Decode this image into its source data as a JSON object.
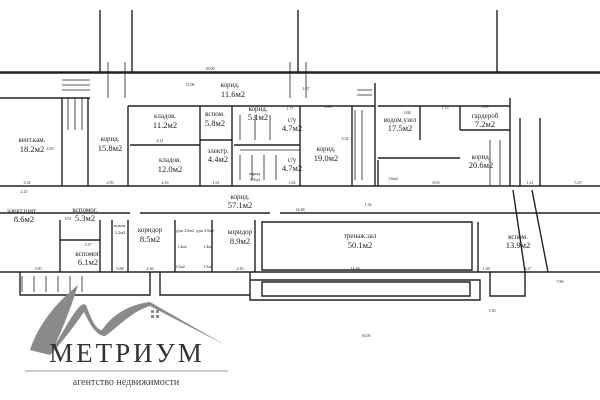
{
  "plan": {
    "rooms": [
      {
        "name": "вент.кам.",
        "area": "18.2м2"
      },
      {
        "name": "корид.",
        "area": "15.8м2"
      },
      {
        "name": "кладов.",
        "area": "11.2м2"
      },
      {
        "name": "кладов.",
        "area": "12.0м2"
      },
      {
        "name": "вспом.",
        "area": "5.8м2"
      },
      {
        "name": "корид.",
        "area": "5.1м2"
      },
      {
        "name": "с/у",
        "area": "4.7м2"
      },
      {
        "name": "электр.",
        "area": "4.4м2"
      },
      {
        "name": "с/у",
        "area": "4.7м2"
      },
      {
        "name": "корид.",
        "area": "3.5м2"
      },
      {
        "name": "корид.",
        "area": "11.6м2"
      },
      {
        "name": "корид.",
        "area": "19.0м2"
      },
      {
        "name": "водом.узел",
        "area": "17.5м2"
      },
      {
        "name": "гардероб",
        "area": "7.2м2"
      },
      {
        "name": "корид.",
        "area": "20.6м2"
      },
      {
        "name": "корид.",
        "area": "57.1м2"
      },
      {
        "name": "элект.щит.",
        "area": "8.6м2"
      },
      {
        "name": "вспомог.",
        "area": "5.3м2"
      },
      {
        "name": "вспомог.",
        "area": "6.1м2"
      },
      {
        "name": "вспом.",
        "area": "3.2м2"
      },
      {
        "name": "коридор",
        "area": "8.5м2"
      },
      {
        "name": "коридор",
        "area": "8.9м2"
      },
      {
        "name": "тренаж.зал",
        "area": "50.1м2"
      },
      {
        "name": "вспом.",
        "area": "13.9м2"
      }
    ],
    "small_rooms": [
      "душ 3.0м2",
      "душ 3.0м2",
      "1.4м2",
      "1.4м2",
      "1.5м2",
      "1.5м2",
      "1.6м2"
    ],
    "dimensions": [
      "38.00",
      "12.96",
      "2.37",
      "1.77",
      "2.88",
      "5.52",
      "4.93",
      "3.32",
      "2.25",
      "2.95",
      "4.21",
      "4.16",
      "1.61",
      "1.84",
      "8.03",
      "1.21",
      "5.25",
      "7.86",
      "3.68",
      "3.65",
      "1.13",
      "14.48",
      "14.48",
      "3.90",
      "0.88",
      "2.36",
      "2.45",
      "1.34",
      "1.38",
      "3.27",
      "16.05",
      "3.30",
      "3.37",
      "3.91"
    ]
  },
  "logo": {
    "name": "МЕТРИУМ",
    "tagline": "агентство недвижимости",
    "color": "#8a8a8a"
  }
}
